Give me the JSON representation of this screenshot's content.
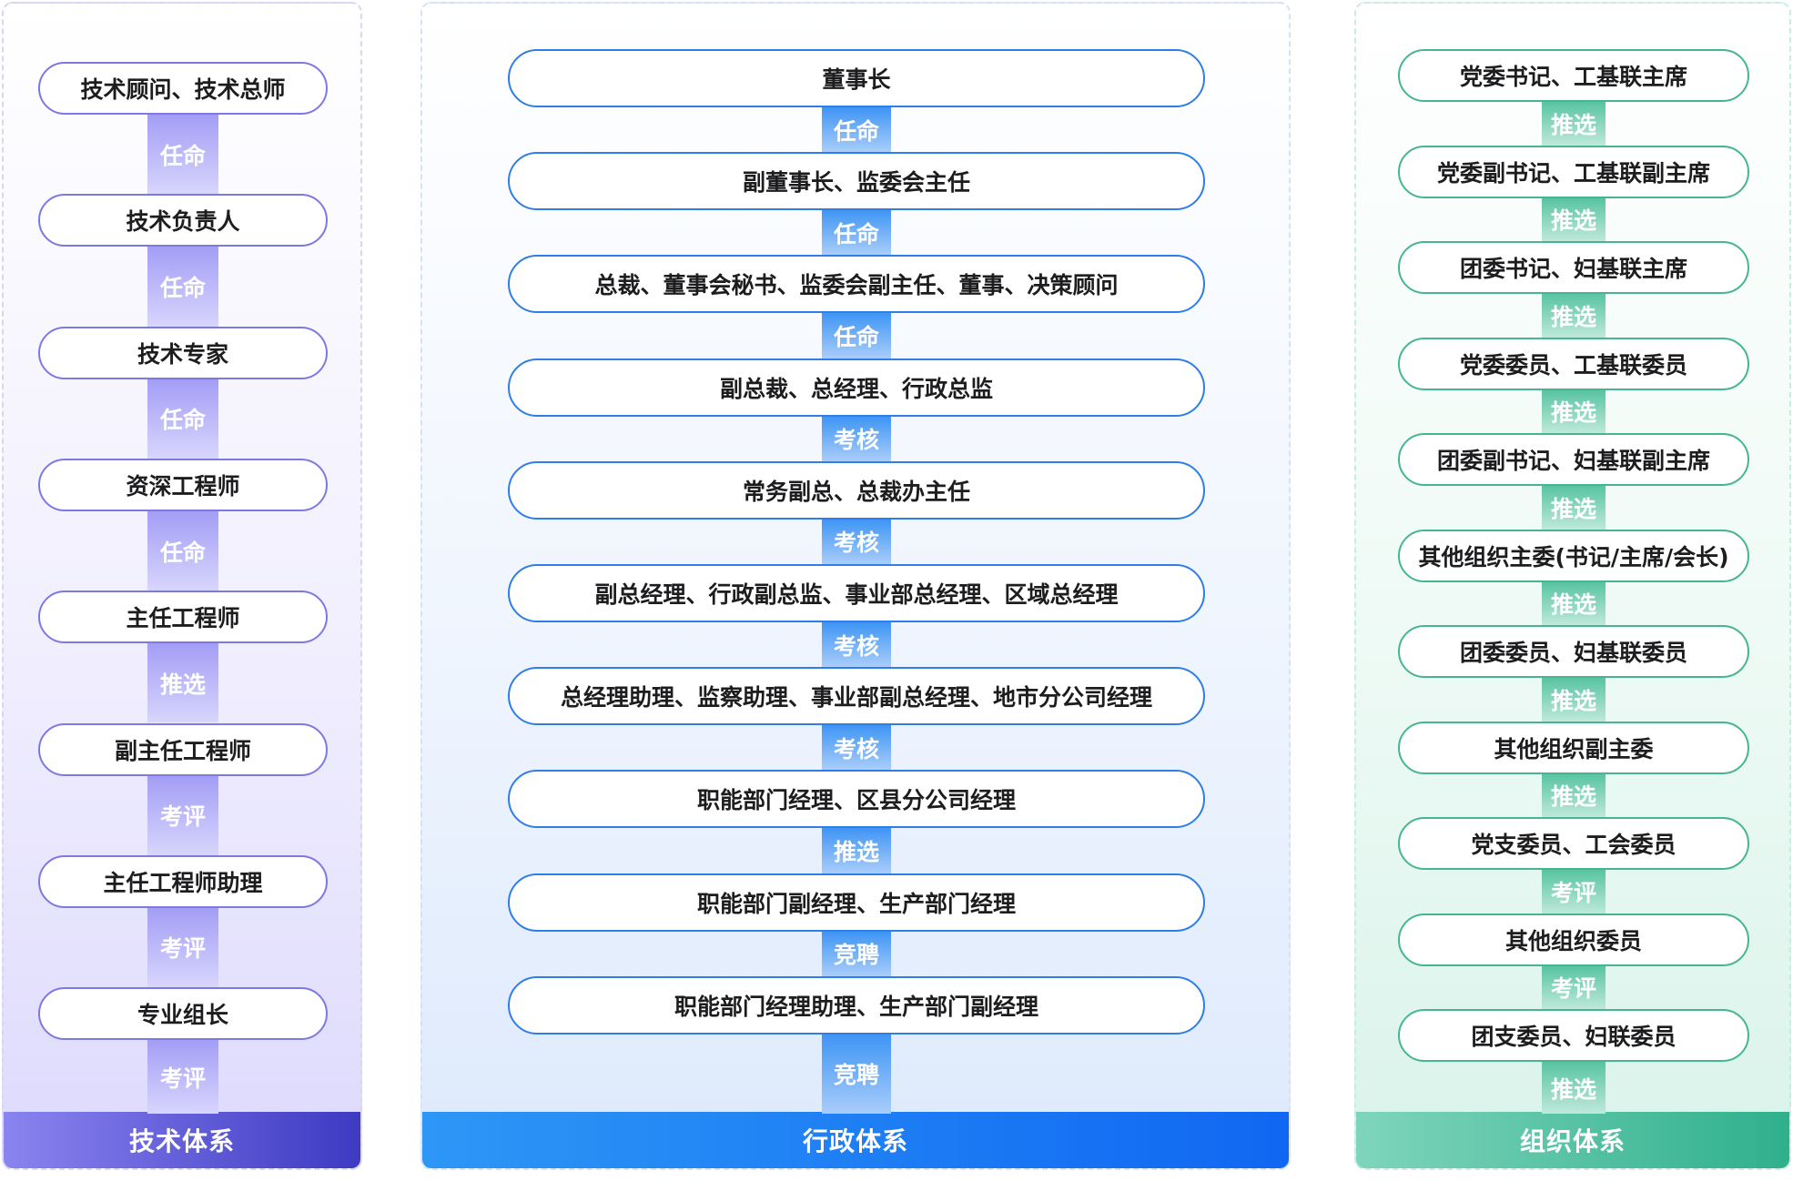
{
  "columns": {
    "tech": {
      "footer": "技术体系",
      "roles": [
        "技术顾问、技术总师",
        "技术负责人",
        "技术专家",
        "资深工程师",
        "主任工程师",
        "副主任工程师",
        "主任工程师助理",
        "专业组长"
      ],
      "connectors": [
        "任命",
        "任命",
        "任命",
        "任命",
        "推选",
        "考评",
        "考评",
        "考评"
      ]
    },
    "admin": {
      "footer": "行政体系",
      "roles": [
        "董事长",
        "副董事长、监委会主任",
        "总裁、董事会秘书、监委会副主任、董事、决策顾问",
        "副总裁、总经理、行政总监",
        "常务副总、总裁办主任",
        "副总经理、行政副总监、事业部总经理、区域总经理",
        "总经理助理、监察助理、事业部副总经理、地市分公司经理",
        "职能部门经理、区县分公司经理",
        "职能部门副经理、生产部门经理",
        "职能部门经理助理、生产部门副经理"
      ],
      "connectors": [
        "任命",
        "任命",
        "任命",
        "考核",
        "考核",
        "考核",
        "考核",
        "推选",
        "竞聘",
        "竞聘"
      ]
    },
    "org": {
      "footer": "组织体系",
      "roles": [
        "党委书记、工基联主席",
        "党委副书记、工基联副主席",
        "团委书记、妇基联主席",
        "党委委员、工基联委员",
        "团委副书记、妇基联副主席",
        "其他组织主委(书记/主席/会长)",
        "团委委员、妇基联委员",
        "其他组织副主委",
        "党支委员、工会委员",
        "其他组织委员",
        "团支委员、妇联委员"
      ],
      "connectors": [
        "推选",
        "推选",
        "推选",
        "推选",
        "推选",
        "推选",
        "推选",
        "推选",
        "考评",
        "考评",
        "推选"
      ]
    }
  }
}
